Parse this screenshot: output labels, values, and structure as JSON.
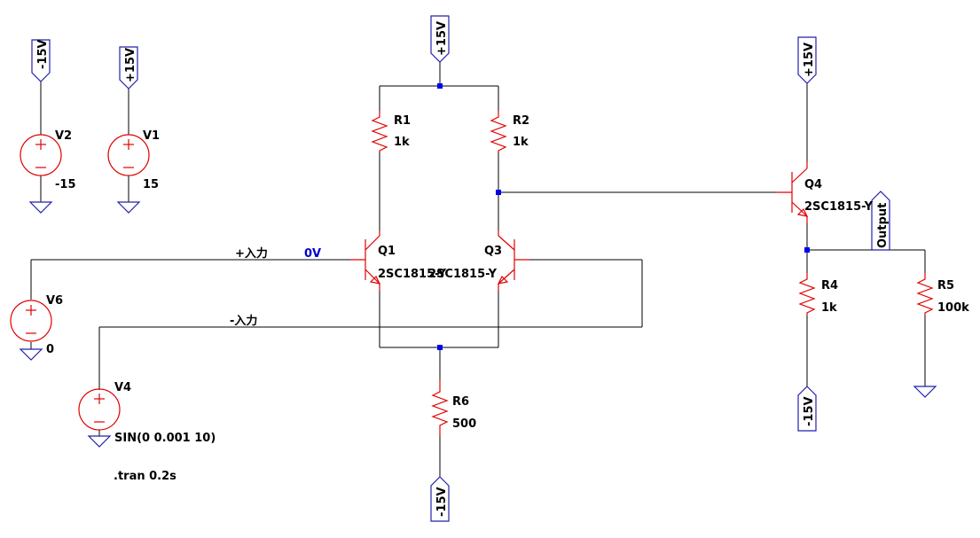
{
  "supplies": {
    "v2": {
      "name": "V2",
      "value": "-15",
      "net": "-15V"
    },
    "v1": {
      "name": "V1",
      "value": "15",
      "net": "+15V"
    }
  },
  "power_flags": {
    "top_center": "+15V",
    "top_right": "+15V",
    "bottom_center": "-15V",
    "bottom_right": "-15V"
  },
  "resistors": {
    "r1": {
      "name": "R1",
      "value": "1k"
    },
    "r2": {
      "name": "R2",
      "value": "1k"
    },
    "r4": {
      "name": "R4",
      "value": "1k"
    },
    "r5": {
      "name": "R5",
      "value": "100k"
    },
    "r6": {
      "name": "R6",
      "value": "500"
    }
  },
  "transistors": {
    "q1": {
      "name": "Q1",
      "model": "2SC1815-Y"
    },
    "q3": {
      "name": "Q3",
      "model": "2SC1815-Y"
    },
    "q4": {
      "name": "Q4",
      "model": "2SC1815-Y"
    }
  },
  "sources": {
    "v6": {
      "name": "V6",
      "value": "0"
    },
    "v4": {
      "name": "V4",
      "value": "SIN(0 0.001 10)"
    }
  },
  "net_labels": {
    "plus_input": "+入力",
    "minus_input": "-入力",
    "output": "Output",
    "zero_v": "0V"
  },
  "directive": ".tran 0.2s",
  "colors": {
    "wire": "#000000",
    "component": "#e00000",
    "ground_flag": "#2222aa",
    "junction": "#0000ee",
    "voltage_label": "#0000cc"
  }
}
